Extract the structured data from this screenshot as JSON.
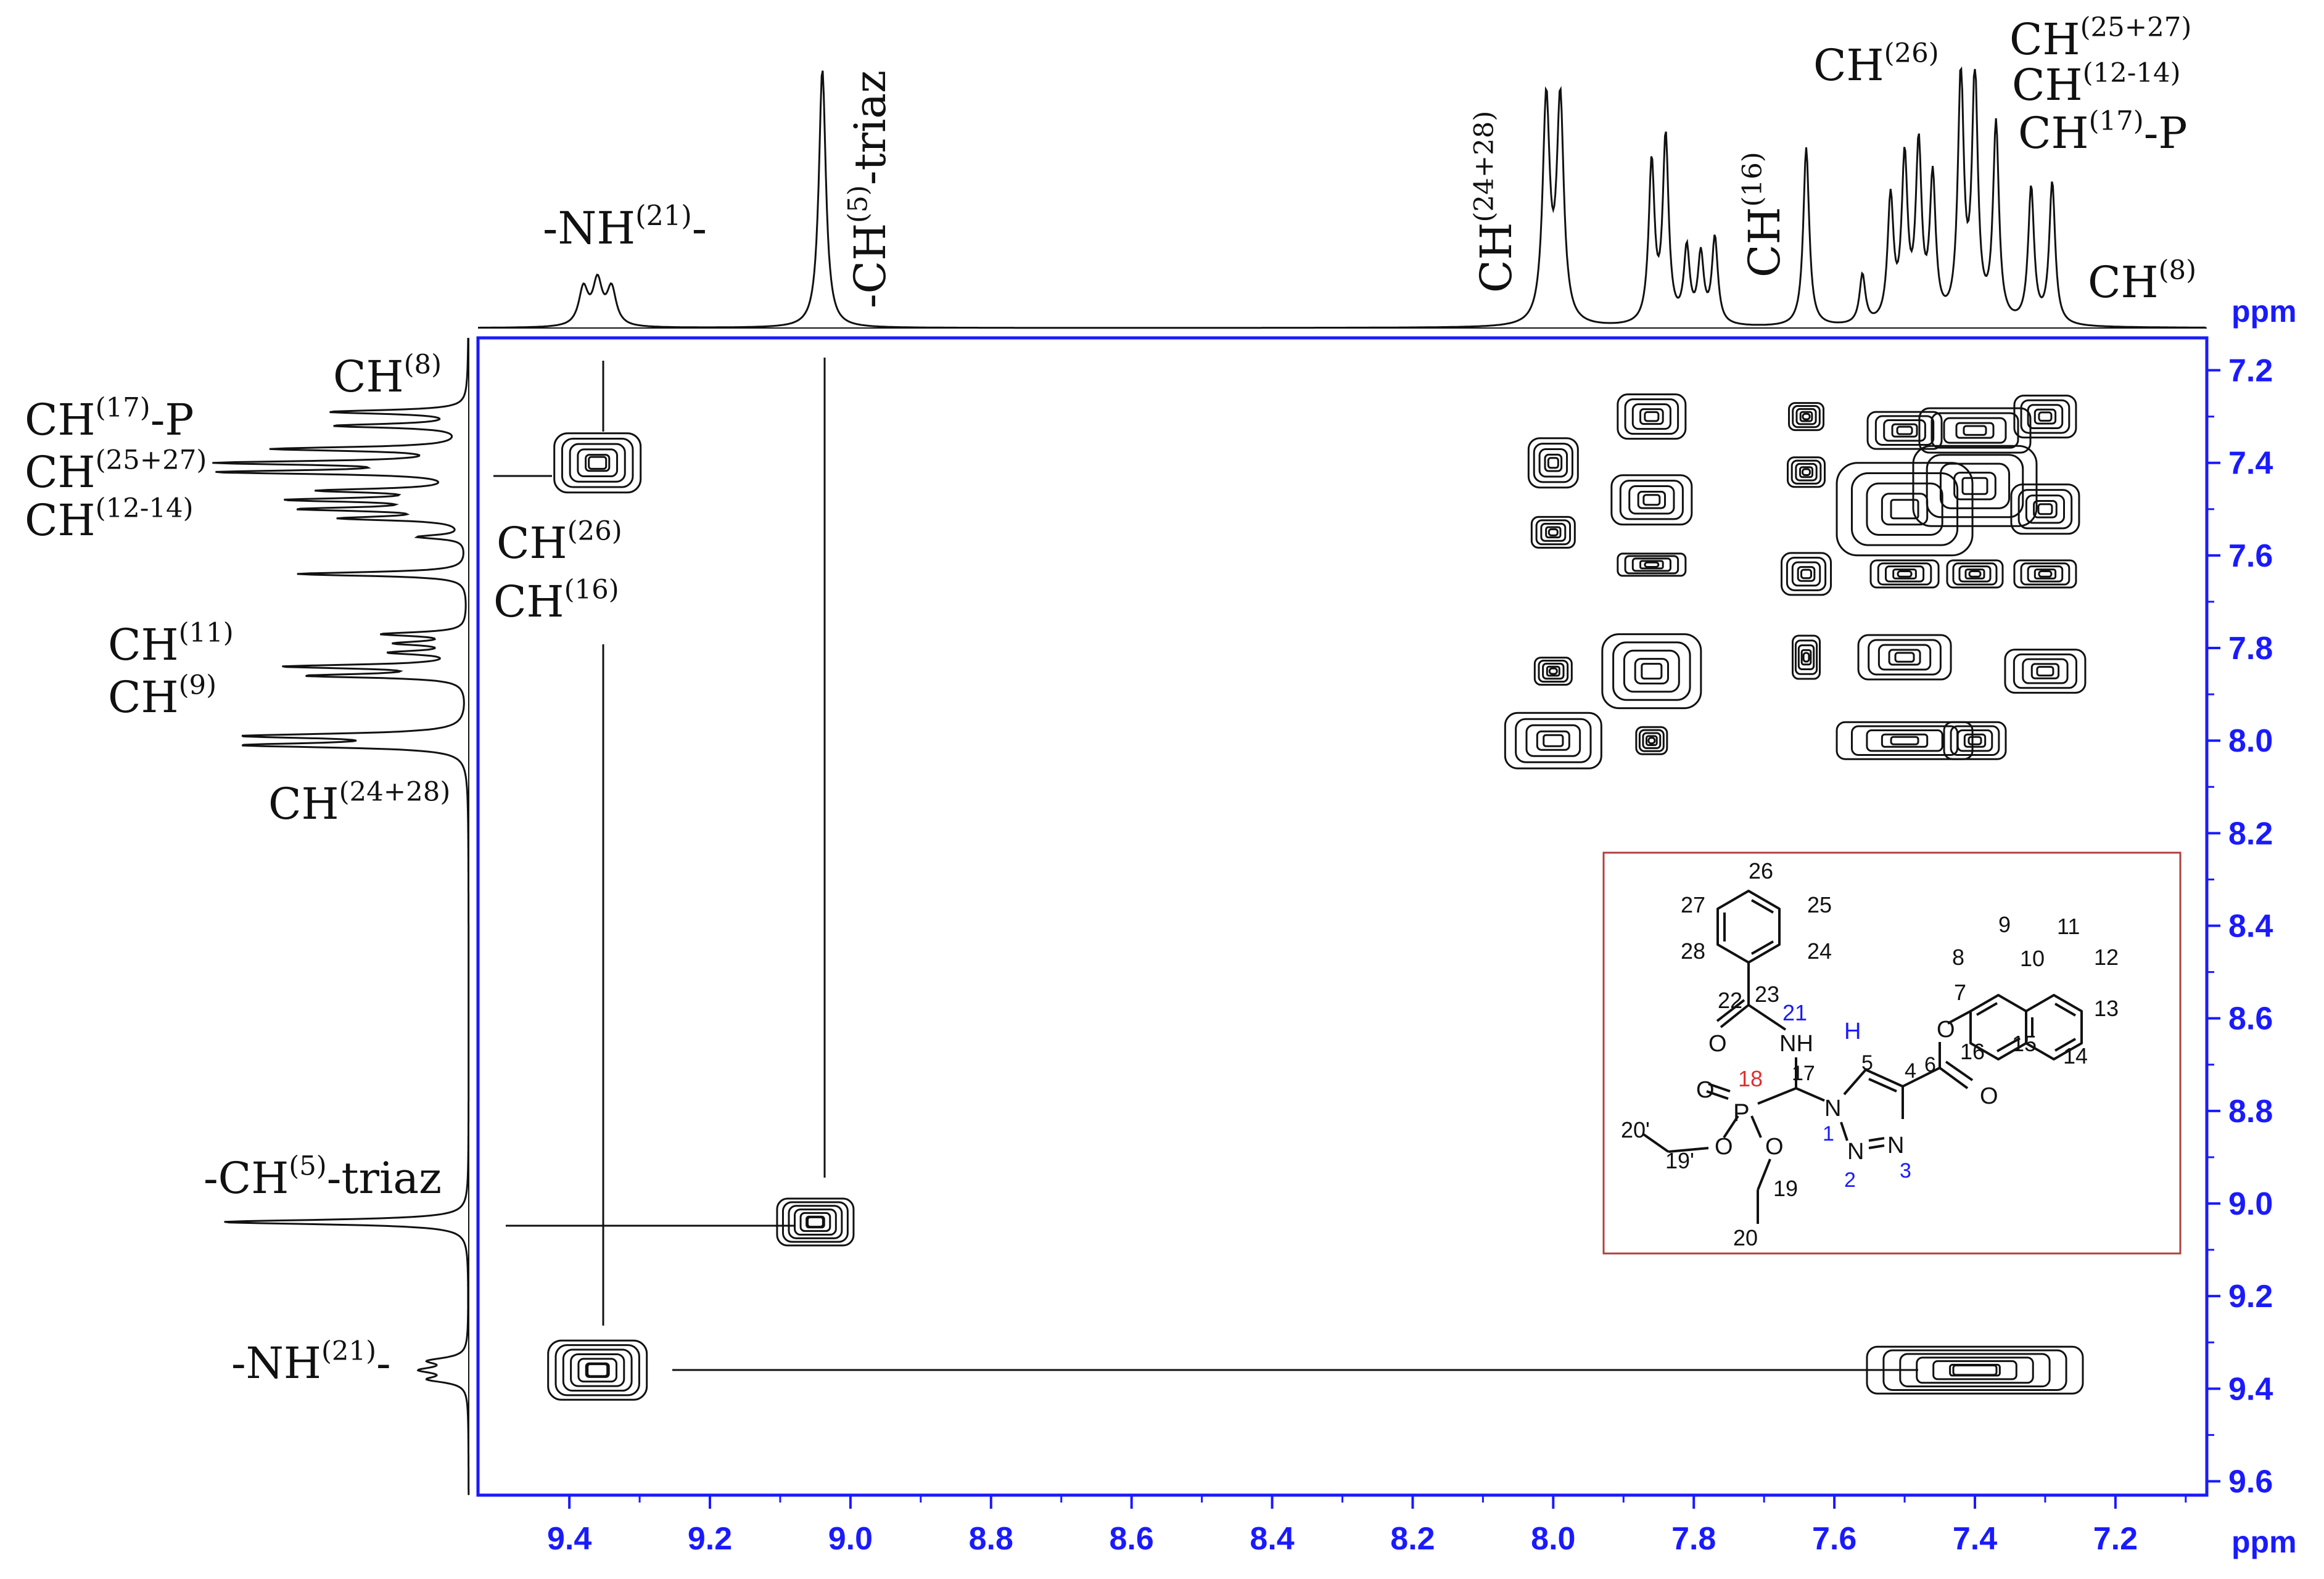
{
  "colors": {
    "axis": "#1a1aff",
    "ink": "#111111",
    "structure_box": "#b04040",
    "highlight": "#1a1aff",
    "phosphorus": "#e03030"
  },
  "chart_data": {
    "type": "2D NMR COSY contour plot",
    "x_unit": "ppm",
    "y_unit": "ppm",
    "xlim": [
      9.53,
      7.07
    ],
    "ylim": [
      7.13,
      9.63
    ],
    "x_ticks": [
      "9.4",
      "9.2",
      "9.0",
      "8.8",
      "8.6",
      "8.4",
      "8.2",
      "8.0",
      "7.8",
      "7.6",
      "7.4",
      "7.2"
    ],
    "y_ticks": [
      "7.2",
      "7.4",
      "7.6",
      "7.8",
      "8.0",
      "8.2",
      "8.4",
      "8.6",
      "8.8",
      "9.0",
      "9.2",
      "9.4",
      "9.6"
    ],
    "top_spectrum_labels": [
      {
        "main": "-NH",
        "sup": "(21)",
        "tail": "-"
      },
      {
        "main": "-CH",
        "sup": "(5)",
        "tail": "-triaz"
      },
      {
        "main": "CH",
        "sup": "(24+28)",
        "tail": ""
      },
      {
        "main": "CH",
        "sup": "(16)",
        "tail": ""
      },
      {
        "main": "CH",
        "sup": "(26)",
        "tail": ""
      },
      {
        "main": "CH",
        "sup": "(25+27)",
        "tail": ""
      },
      {
        "main": "CH",
        "sup": "(12-14)",
        "tail": ""
      },
      {
        "main": "CH",
        "sup": "(17)",
        "tail": "-P"
      },
      {
        "main": "CH",
        "sup": "(8)",
        "tail": ""
      }
    ],
    "left_spectrum_labels": [
      {
        "main": "CH",
        "sup": "(8)",
        "tail": ""
      },
      {
        "main": "CH",
        "sup": "(17)",
        "tail": "-P"
      },
      {
        "main": "CH",
        "sup": "(25+27)",
        "tail": ""
      },
      {
        "main": "CH",
        "sup": "(12-14)",
        "tail": ""
      },
      {
        "main": "CH",
        "sup": "(11)",
        "tail": ""
      },
      {
        "main": "CH",
        "sup": "(9)",
        "tail": ""
      },
      {
        "main": "CH",
        "sup": "(24+28)",
        "tail": ""
      },
      {
        "main": "-CH",
        "sup": "(5)",
        "tail": "-triaz"
      },
      {
        "main": "-NH",
        "sup": "(21)",
        "tail": "-"
      }
    ],
    "inplot_labels": [
      {
        "main": "CH",
        "sup": "(26)"
      },
      {
        "main": "CH",
        "sup": "(16)"
      }
    ],
    "shifts_1H_ppm": {
      "NH21": 9.36,
      "CH5": 9.04,
      "CH24_28": 8.0,
      "CH9": 7.86,
      "CH11": 7.79,
      "CH16": 7.64,
      "CH26": 7.5,
      "CH25_27": 7.41,
      "CH12_14": 7.45,
      "CH17": 7.3,
      "CH8": 7.27
    },
    "cross_peaks": [
      {
        "x": 9.36,
        "y": 9.36,
        "assignment": "NH21 diagonal"
      },
      {
        "x": 9.05,
        "y": 9.04,
        "assignment": "CH5 diagonal"
      },
      {
        "x": 9.36,
        "y": 7.4,
        "assignment": "NH21 / CH17"
      },
      {
        "x": 7.4,
        "y": 9.36,
        "assignment": "CH17 / NH21"
      },
      {
        "x": 8.0,
        "y": 8.0,
        "assignment": "CH24+28 diagonal"
      },
      {
        "x": 8.0,
        "y": 7.4,
        "assignment": "CH24+28 / CH25+27"
      },
      {
        "x": 7.86,
        "y": 7.86,
        "assignment": "CH9 diagonal"
      },
      {
        "x": 7.64,
        "y": 7.64,
        "assignment": "CH16 diagonal"
      },
      {
        "x": 7.45,
        "y": 7.45,
        "assignment": "aromatic diagonal"
      },
      {
        "x": 7.3,
        "y": 7.3,
        "assignment": "CH17/CH8 diagonal"
      }
    ],
    "grid": false
  },
  "structure": {
    "atom_labels": [
      "26",
      "27",
      "25",
      "28",
      "24",
      "23",
      "22",
      "21",
      "NH",
      "O",
      "H",
      "5",
      "4",
      "6",
      "O",
      "O",
      "17",
      "18",
      "P",
      "O",
      "O",
      "O",
      "N",
      "N",
      "N",
      "1",
      "2",
      "3",
      "20'",
      "19'",
      "19",
      "20",
      "7",
      "8",
      "9",
      "10",
      "11",
      "12",
      "13",
      "14",
      "15",
      "16"
    ]
  }
}
